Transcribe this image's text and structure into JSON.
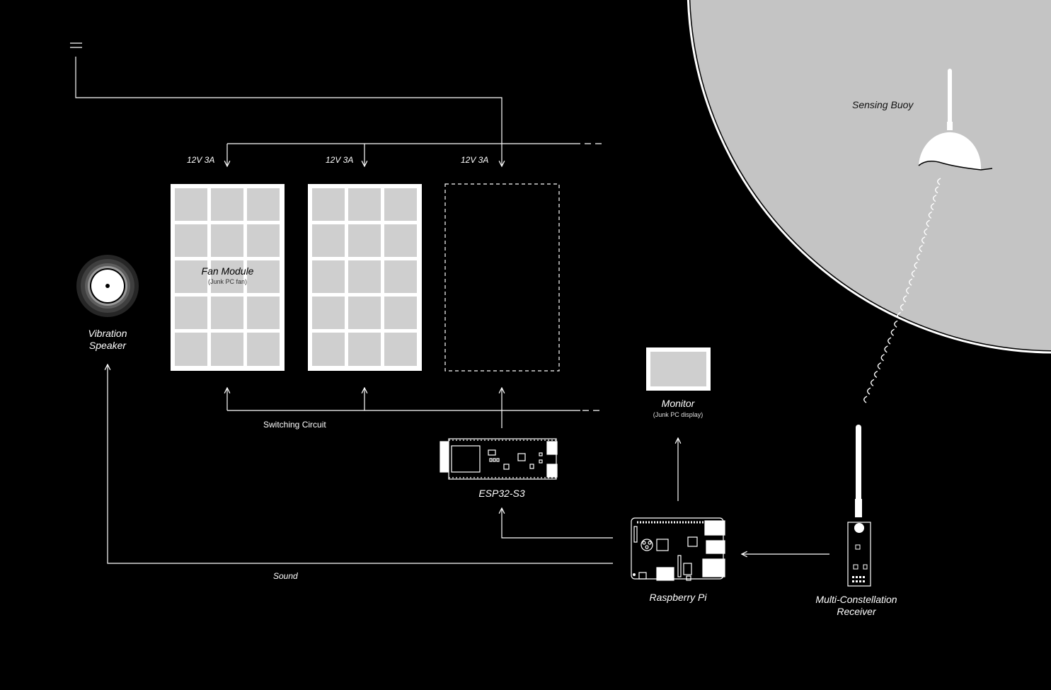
{
  "colors": {
    "background": "#000000",
    "line": "#ffffff",
    "panel": "#cfcfcf",
    "sea": "#c4c4c4"
  },
  "icons": [
    "menu-icon",
    "vibration-speaker-icon",
    "fan-module-icon",
    "esp32-board-icon",
    "monitor-icon",
    "raspberry-pi-icon",
    "receiver-antenna-icon",
    "sensing-buoy-icon"
  ],
  "labels": {
    "power_1": "12V 3A",
    "power_2": "12V 3A",
    "power_3": "12V 3A",
    "fan_module_title": "Fan Module",
    "fan_module_sub": "(Junk PC fan)",
    "vibration_speaker_line1": "Vibration",
    "vibration_speaker_line2": "Speaker",
    "switching_circuit": "Switching Circuit",
    "esp32": "ESP32-S3",
    "monitor_title": "Monitor",
    "monitor_sub": "(Junk PC display)",
    "raspberry_pi": "Raspberry Pi",
    "sound": "Sound",
    "receiver_line1": "Multi-Constellation",
    "receiver_line2": "Receiver",
    "sensing_buoy": "Sensing Buoy"
  }
}
